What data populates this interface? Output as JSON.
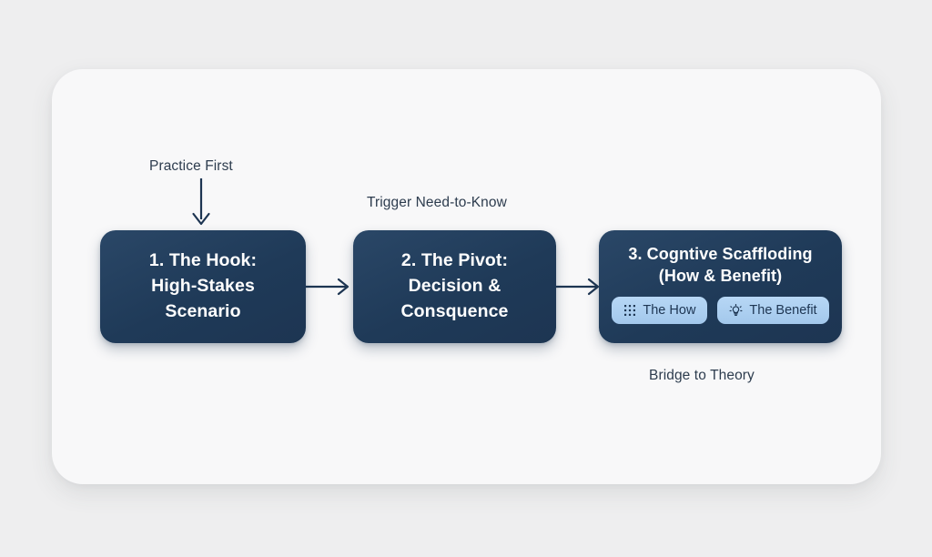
{
  "diagram": {
    "title": "Three-stage instructional flow",
    "colors": {
      "page_background": "#eeeeef",
      "card_background": "#f8f8f9",
      "box_navy": "#1f3a58",
      "chip_blue": "#a8cdf0",
      "text_dark": "#2d3c4e",
      "arrow": "#1d3552"
    },
    "labels": {
      "practice_first": "Practice First",
      "trigger_need_to_know": "Trigger Need-to-Know",
      "bridge_to_theory": "Bridge to Theory"
    },
    "boxes": [
      {
        "id": "box-1",
        "title": "1. The Hook:\nHigh-Stakes\nScenario"
      },
      {
        "id": "box-2",
        "title": "2. The Pivot:\nDecision &\nConsquence"
      },
      {
        "id": "box-3",
        "title": "3. Cogntive Scaffloding\n(How & Benefit)",
        "chips": [
          {
            "label": "The How",
            "icon": "dot-grid-icon"
          },
          {
            "label": "The Benefit",
            "icon": "lightbulb-icon"
          }
        ]
      }
    ],
    "arrows": [
      {
        "name": "arrow-down-into-box-1",
        "direction": "down"
      },
      {
        "name": "arrow-box-1-to-box-2",
        "direction": "right"
      },
      {
        "name": "arrow-box-2-to-box-3",
        "direction": "right"
      }
    ]
  }
}
